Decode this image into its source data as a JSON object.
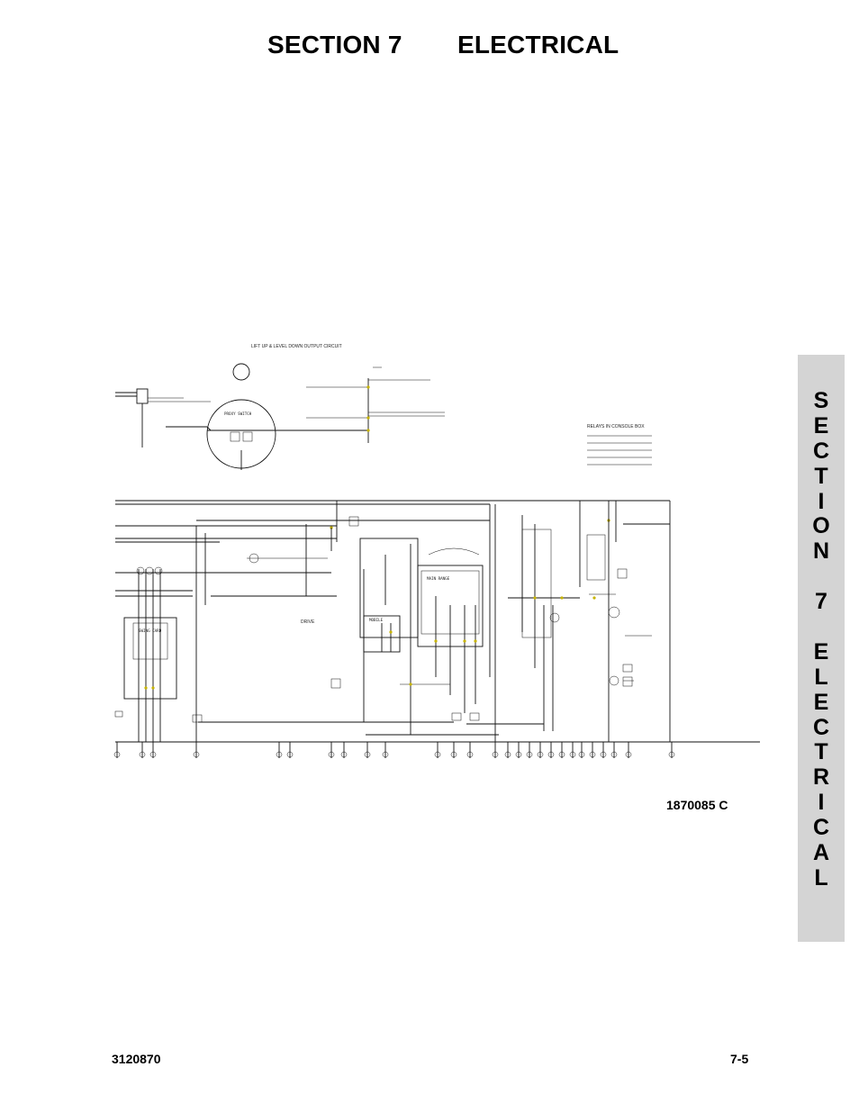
{
  "header": {
    "section": "SECTION 7",
    "title": "ELECTRICAL"
  },
  "figure": {
    "drawing_number": "1870085 C",
    "labels": {
      "top_title": "LIFT UP & LEVEL DOWN OUTPUT CIRCUIT",
      "proxy_switch": "PROXY SWITCH",
      "relays_box": "RELAYS IN CONSOLE BOX",
      "swing_card": "SWING CARD",
      "mobile": "MOBILE",
      "main_range": "MAIN RANGE"
    },
    "colors": {
      "node": "#c8b400"
    }
  },
  "side_tab": {
    "text": "SECTION 7 ELECTRICAL",
    "chars": [
      "S",
      "E",
      "C",
      "T",
      "I",
      "O",
      "N",
      "",
      "7",
      "",
      "E",
      "L",
      "E",
      "C",
      "T",
      "R",
      "I",
      "C",
      "A",
      "L"
    ]
  },
  "footer": {
    "doc_number": "3120870",
    "page": "7-5"
  }
}
